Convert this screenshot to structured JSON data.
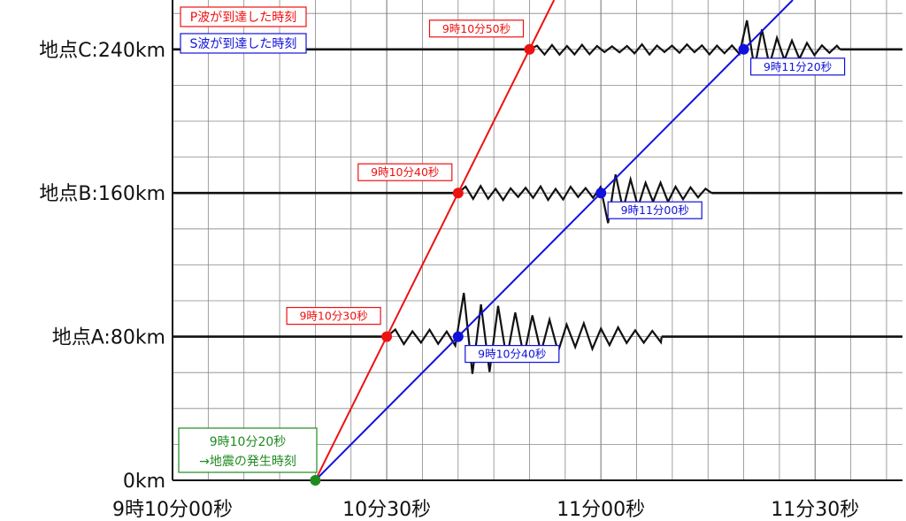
{
  "colors": {
    "p_wave": "#ee1111",
    "s_wave": "#1111dd",
    "origin": "#1f8b1f",
    "grid": "#888888",
    "trace": "#111111"
  },
  "legend": {
    "p_label": "P波が到達した時刻",
    "s_label": "S波が到達した時刻"
  },
  "stations": [
    {
      "label": "地点C:240km",
      "distance_km": 240
    },
    {
      "label": "地点B:160km",
      "distance_km": 160
    },
    {
      "label": "地点A:80km",
      "distance_km": 80
    },
    {
      "label": "0km",
      "distance_km": 0
    }
  ],
  "x_ticks": [
    {
      "label": "9時10分00秒",
      "t": 0
    },
    {
      "label": "10分30秒",
      "t": 30
    },
    {
      "label": "11分00秒",
      "t": 60
    },
    {
      "label": "11分30秒",
      "t": 90
    }
  ],
  "origin": {
    "line1": "9時10分20秒",
    "line2": "→地震の発生時刻",
    "t": 20
  },
  "p_arrivals": [
    {
      "station": "A",
      "distance_km": 80,
      "t": 30,
      "label": "9時10分30秒"
    },
    {
      "station": "B",
      "distance_km": 160,
      "t": 40,
      "label": "9時10分40秒"
    },
    {
      "station": "C",
      "distance_km": 240,
      "t": 50,
      "label": "9時10分50秒"
    }
  ],
  "s_arrivals": [
    {
      "station": "A",
      "distance_km": 80,
      "t": 40,
      "label": "9時10分40秒"
    },
    {
      "station": "B",
      "distance_km": 160,
      "t": 60,
      "label": "9時11分00秒"
    },
    {
      "station": "C",
      "distance_km": 240,
      "t": 80,
      "label": "9時11分20秒"
    }
  ]
}
